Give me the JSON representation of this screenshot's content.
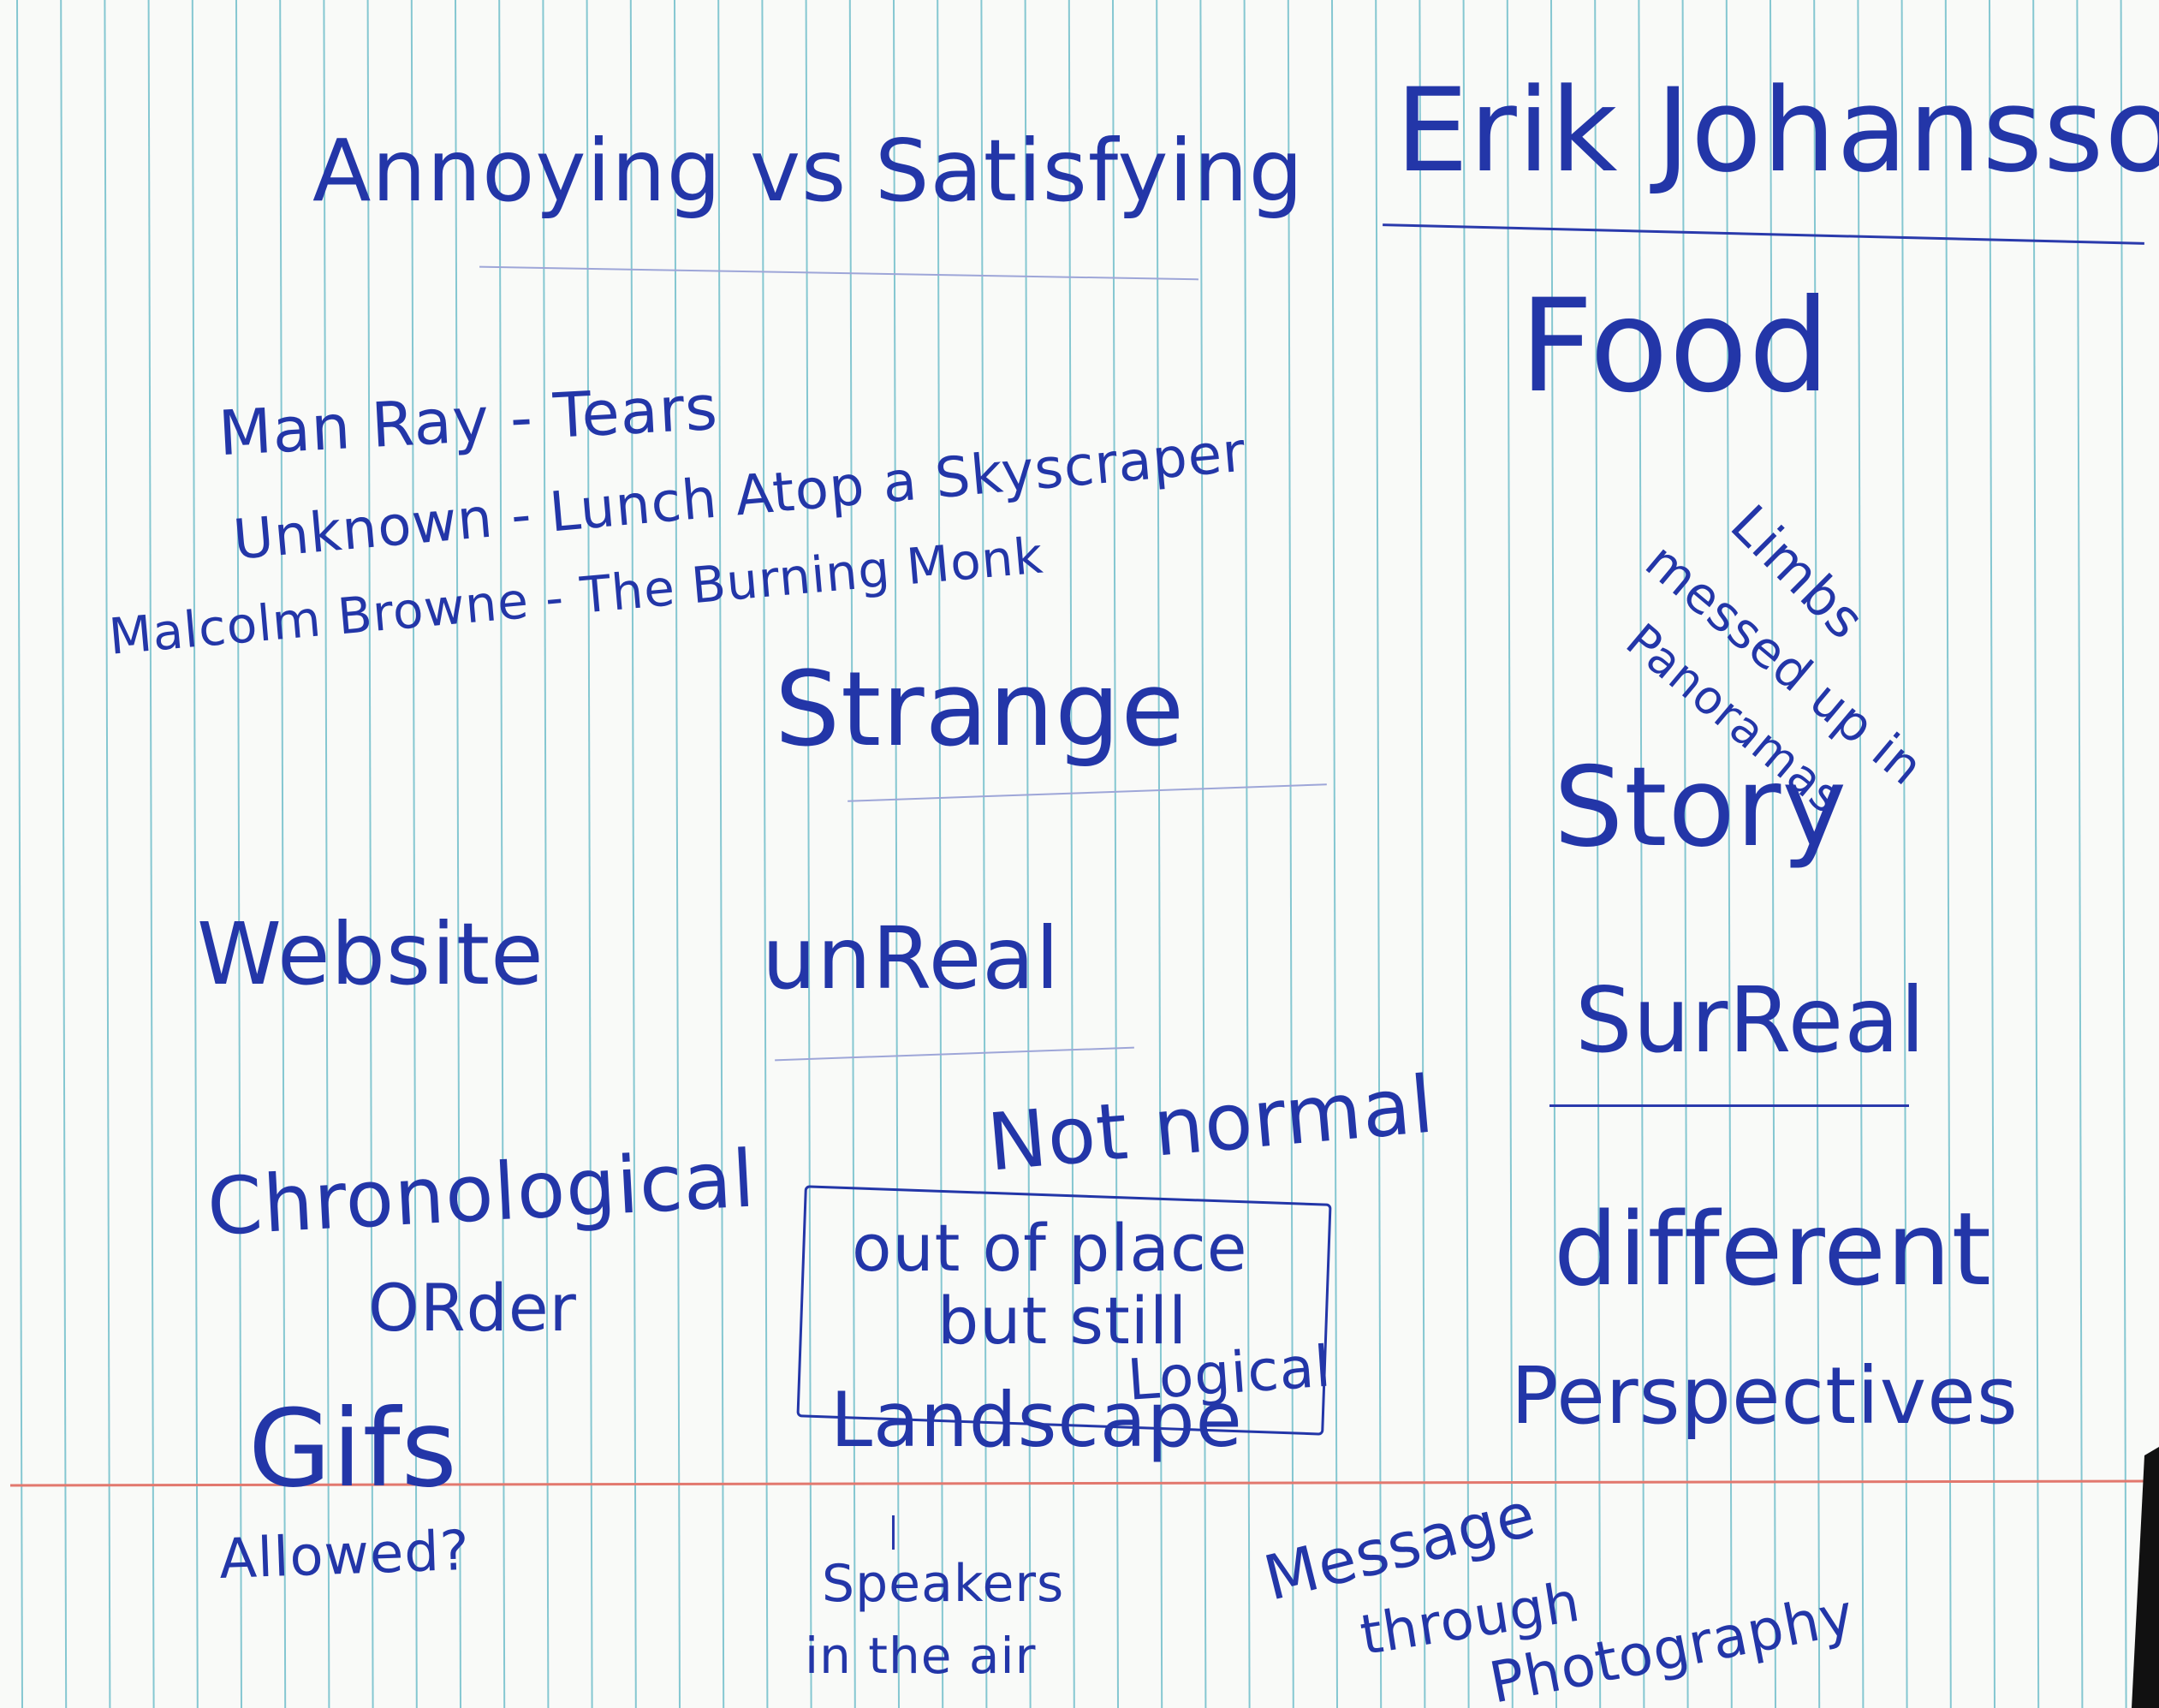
{
  "notes": {
    "annoying_vs_satisfying": "Annoying vs Satisfying",
    "erik_johansson": "Erik Johansson",
    "food": "Food",
    "man_ray": "Man Ray - Tears",
    "unknown_lunch": "Unknown - Lunch Atop a Skyscraper",
    "malcolm_browne": "Malcolm Browne - The Burning Monk",
    "strange": "Strange",
    "limbs": "Limbs",
    "messed_up_in": "messed up in",
    "panoramas": "Panoramas",
    "story": "Story",
    "website": "Website",
    "unreal": "unReal",
    "surreal": "SurReal",
    "not_normal": "Not normal",
    "chronological": "Chronological",
    "order": "ORder",
    "out_of_place": "out of place",
    "but_still": "but still",
    "logical": "Logical",
    "different": "different",
    "perspectives": "Perspectives",
    "landscape": "Landscape",
    "gifs": "Gifs",
    "allowed": "Allowed?",
    "speakers": "Speakers",
    "in_the_air": "in the air",
    "message": "Message",
    "through": "through",
    "photography": "Photography"
  },
  "colors": {
    "ink": "#2336a8",
    "paper": "#f9faf8",
    "grid_line": "#5fb6c4",
    "margin_line": "#e2786e"
  }
}
